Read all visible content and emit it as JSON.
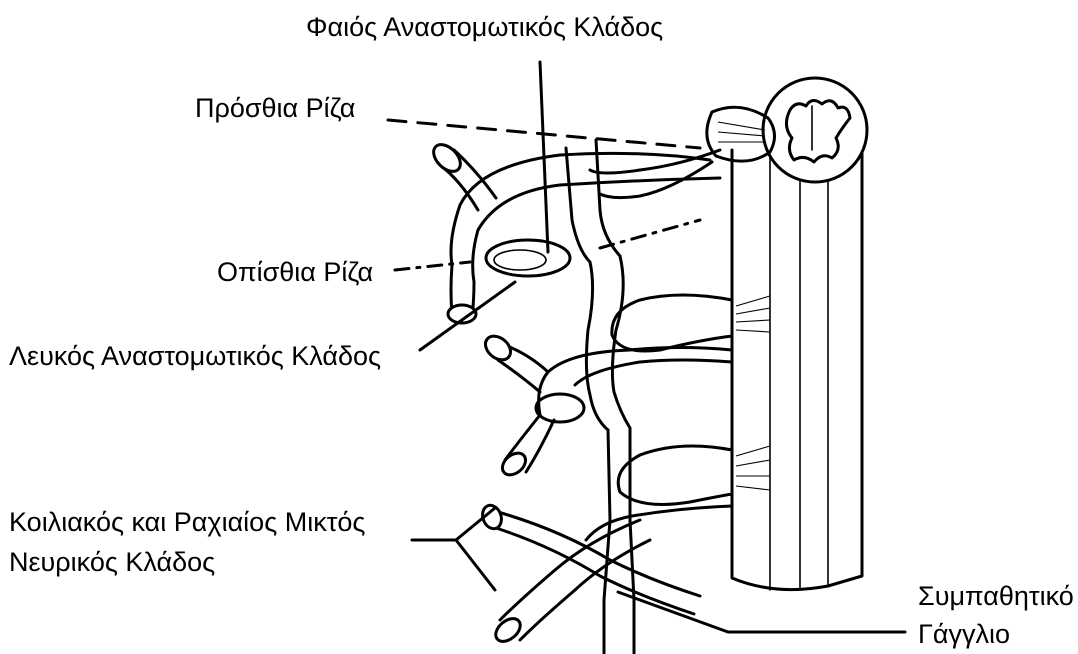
{
  "labels": {
    "gray_ramus": "Φαιός Αναστομωτικός Κλάδος",
    "anterior_root": "Πρόσθια Ρίζα",
    "posterior_root": "Οπίσθια Ρίζα",
    "white_ramus": "Λευκός Αναστομωτικός Κλάδος",
    "mixed_branch_line1": "Κοιλιακός και Ραχιαίος Μικτός",
    "mixed_branch_line2": "Νευρικός Κλάδος",
    "ganglion_line1": "Συμπαθητικό",
    "ganglion_line2": "Γάγγλιο"
  },
  "colors": {
    "ink": "#000000",
    "background": "#ffffff"
  }
}
